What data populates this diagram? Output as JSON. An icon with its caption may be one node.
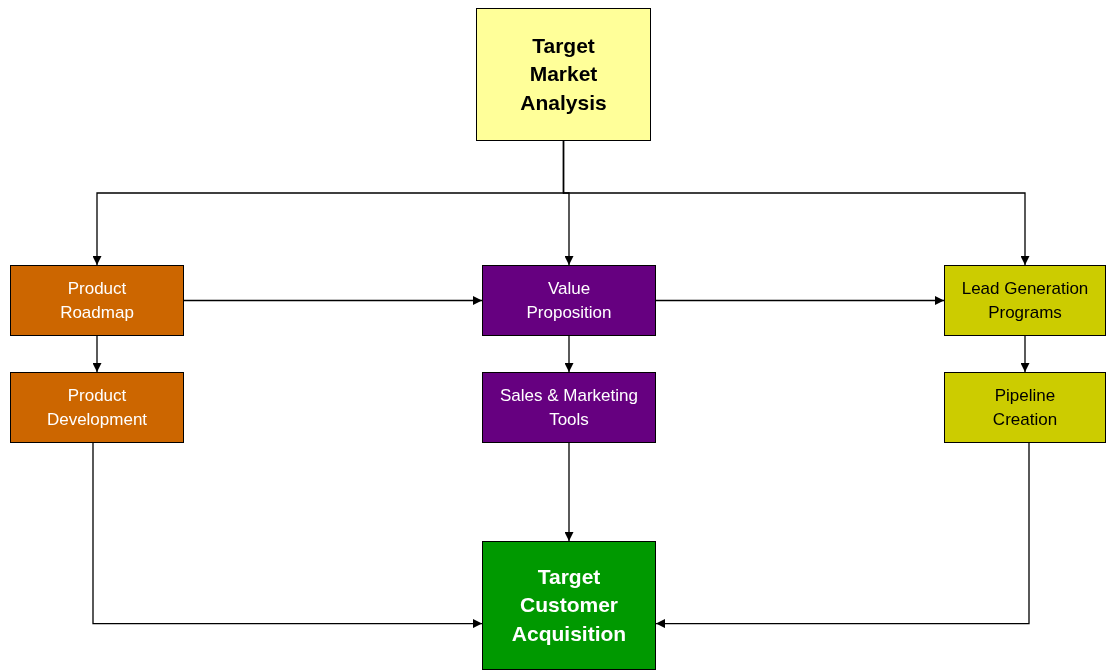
{
  "diagram": {
    "nodes": [
      {
        "text": [
          "Target Market Analysis"
        ]
      },
      {
        "text": [
          "Product Roadmap"
        ]
      },
      {
        "text": [
          "Value Proposition"
        ]
      },
      {
        "text": [
          "Lead Generation Programs"
        ]
      },
      {
        "text": [
          "Product Development"
        ]
      },
      {
        "text": [
          "Sales & Marketing Tools"
        ]
      },
      {
        "text": [
          "Pipeline Creation"
        ]
      },
      {
        "text": [
          "Target Customer Acquisition"
        ]
      }
    ],
    "edges": [
      {
        "from": 0,
        "to": 1,
        "arrow": "to"
      },
      {
        "from": 0,
        "to": 2,
        "arrow": "to"
      },
      {
        "from": 0,
        "to": 3,
        "arrow": "to"
      },
      {
        "from": 1,
        "to": 2,
        "arrow": "to"
      },
      {
        "from": 2,
        "to": 3,
        "arrow": "to"
      },
      {
        "from": 1,
        "to": 4,
        "arrow": "to"
      },
      {
        "from": 2,
        "to": 5,
        "arrow": "to"
      },
      {
        "from": 3,
        "to": 6,
        "arrow": "to"
      },
      {
        "from": 4,
        "to": 7,
        "arrow": "to"
      },
      {
        "from": 5,
        "to": 7,
        "arrow": "to"
      },
      {
        "from": 6,
        "to": 7,
        "arrow": "to"
      }
    ]
  }
}
